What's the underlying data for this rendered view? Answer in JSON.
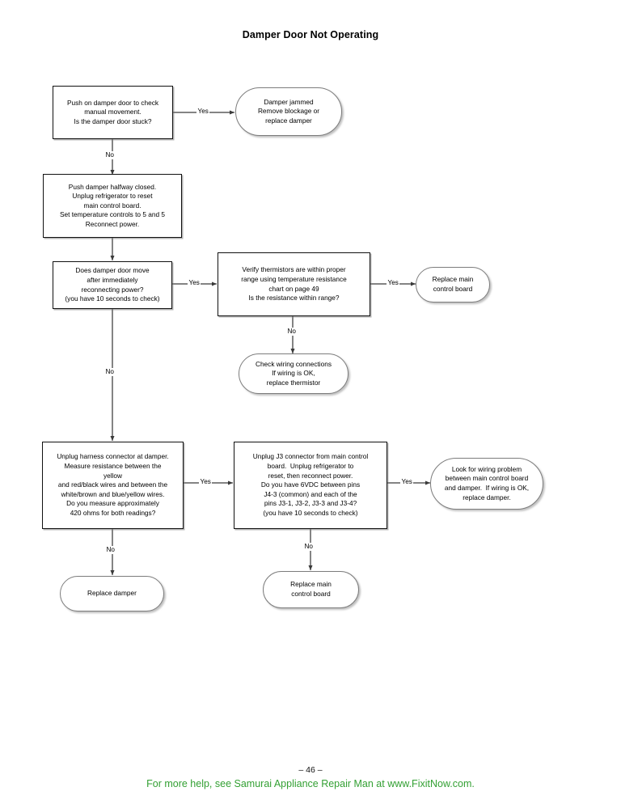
{
  "document": {
    "title": "Damper Door Not Operating",
    "page_number": "– 46 –",
    "footer_text": "For more help, see Samurai Appliance Repair Man at www.FixitNow.com.",
    "footer_color": "#33a033"
  },
  "chart_data": {
    "type": "diagram",
    "diagram_type": "flowchart",
    "title": "Damper Door Not Operating",
    "nodes": [
      {
        "id": "n1",
        "shape": "process",
        "lines": [
          "Push on damper door to check",
          "manual movement.",
          "Is the damper door stuck?"
        ]
      },
      {
        "id": "n2",
        "shape": "terminator",
        "lines": [
          "Damper jammed",
          "Remove blockage or",
          "replace damper"
        ]
      },
      {
        "id": "n3",
        "shape": "process",
        "lines": [
          "Push damper halfway closed.",
          "Unplug refrigerator to reset",
          "main control board.",
          "Set temperature controls to 5 and 5",
          "Reconnect power."
        ]
      },
      {
        "id": "n4",
        "shape": "process",
        "lines": [
          "Does damper door move",
          "after immediately",
          "reconnecting power?",
          "(you have 10 seconds to check)"
        ]
      },
      {
        "id": "n5",
        "shape": "process",
        "lines": [
          "Verify thermistors are within proper",
          "range using temperature resistance",
          "chart on page 49",
          "Is the resistance within range?"
        ]
      },
      {
        "id": "n6",
        "shape": "terminator",
        "lines": [
          "Replace main",
          "control board"
        ]
      },
      {
        "id": "n7",
        "shape": "terminator",
        "lines": [
          "Check wiring connections",
          "If wiring is OK,",
          "replace thermistor"
        ]
      },
      {
        "id": "n8",
        "shape": "process",
        "lines": [
          "Unplug harness connector at damper.",
          "Measure resistance between the",
          "yellow",
          "and red/black wires and between the",
          "white/brown and blue/yellow wires.",
          "Do you measure approximately",
          "420 ohms for both readings?"
        ]
      },
      {
        "id": "n9",
        "shape": "process",
        "lines": [
          "Unplug J3 connector from main control",
          "board.  Unplug refrigerator to",
          "reset, then reconnect power.",
          "Do you have 6VDC between pins",
          "J4-3 (common) and each of the",
          "pins J3-1, J3-2, J3-3 and J3-4?",
          "(you have 10 seconds to check)"
        ]
      },
      {
        "id": "n10",
        "shape": "terminator",
        "lines": [
          "Look for wiring problem",
          "between main control board",
          "and damper.  If wiring is OK,",
          "replace damper."
        ]
      },
      {
        "id": "n11",
        "shape": "terminator",
        "lines": [
          "Replace damper"
        ]
      },
      {
        "id": "n12",
        "shape": "terminator",
        "lines": [
          "Replace main",
          "control board"
        ]
      }
    ],
    "edges": [
      {
        "id": "e1",
        "from": "n1",
        "to": "n2",
        "label": "Yes"
      },
      {
        "id": "e2",
        "from": "n1",
        "to": "n3",
        "label": "No"
      },
      {
        "id": "e3",
        "from": "n3",
        "to": "n4",
        "label": ""
      },
      {
        "id": "e4",
        "from": "n4",
        "to": "n5",
        "label": "Yes"
      },
      {
        "id": "e5",
        "from": "n5",
        "to": "n6",
        "label": "Yes"
      },
      {
        "id": "e6",
        "from": "n5",
        "to": "n7",
        "label": "No"
      },
      {
        "id": "e7",
        "from": "n4",
        "to": "n8",
        "label": "No"
      },
      {
        "id": "e8",
        "from": "n8",
        "to": "n9",
        "label": "Yes"
      },
      {
        "id": "e9",
        "from": "n9",
        "to": "n10",
        "label": "Yes"
      },
      {
        "id": "e10",
        "from": "n8",
        "to": "n11",
        "label": "No"
      },
      {
        "id": "e11",
        "from": "n9",
        "to": "n12",
        "label": "No"
      }
    ]
  }
}
